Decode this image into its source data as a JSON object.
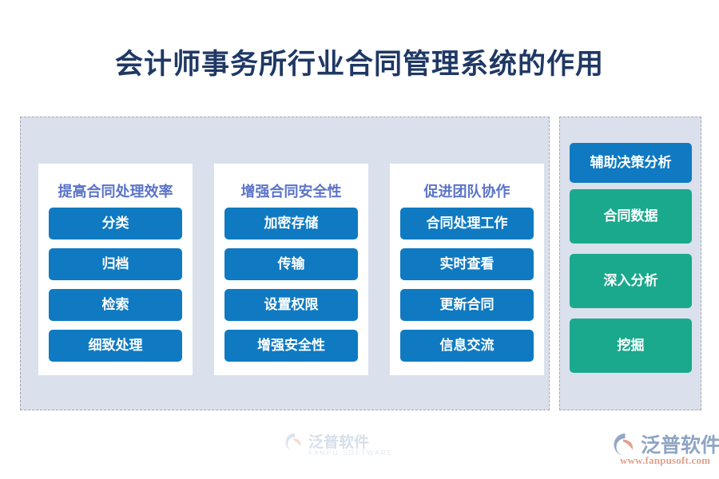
{
  "page": {
    "title": "会计师事务所行业合同管理系统的作用",
    "background_color": "#ffffff",
    "title_color": "#1f3864"
  },
  "colors": {
    "panel_fill": "#dae0ec",
    "panel_border": "#a9a9a9",
    "card_fill": "#ffffff",
    "card_header_text": "#5b74c8",
    "pill_blue": "#0f7ac2",
    "pill_green": "#1aa98c",
    "pill_text": "#ffffff"
  },
  "left_panel": {
    "cards": [
      {
        "header": "提高合同处理效率",
        "items": [
          {
            "label": "分类",
            "color": "blue"
          },
          {
            "label": "归档",
            "color": "blue"
          },
          {
            "label": "检索",
            "color": "blue"
          },
          {
            "label": "细致处理",
            "color": "blue"
          }
        ]
      },
      {
        "header": "增强合同安全性",
        "items": [
          {
            "label": "加密存储",
            "color": "blue"
          },
          {
            "label": "传输",
            "color": "blue"
          },
          {
            "label": "设置权限",
            "color": "blue"
          },
          {
            "label": "增强安全性",
            "color": "blue"
          }
        ]
      },
      {
        "header": "促进团队协作",
        "items": [
          {
            "label": "合同处理工作",
            "color": "blue"
          },
          {
            "label": "实时查看",
            "color": "blue"
          },
          {
            "label": "更新合同",
            "color": "blue"
          },
          {
            "label": "信息交流",
            "color": "blue"
          }
        ]
      }
    ]
  },
  "right_panel": {
    "header": "辅助决策分析",
    "items": [
      {
        "label": "合同数据",
        "color": "green"
      },
      {
        "label": "深入分析",
        "color": "green"
      },
      {
        "label": "挖掘",
        "color": "green"
      }
    ]
  },
  "watermark": {
    "cn": "泛普软件",
    "en": "FANPU SOFTWARE"
  },
  "logo": {
    "cn": "泛普软件",
    "url": "www.fanpusoft.com"
  }
}
